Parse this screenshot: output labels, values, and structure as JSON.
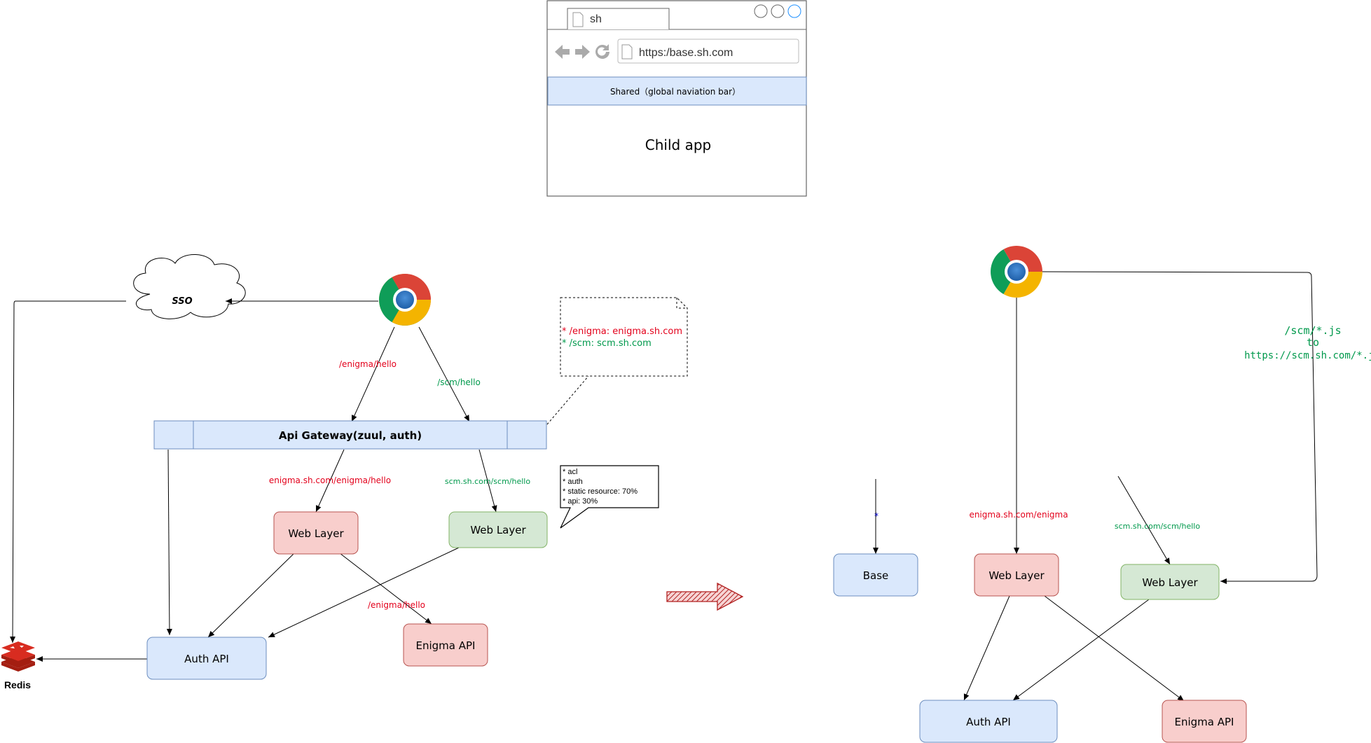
{
  "browser_mockup": {
    "tab_title": "sh",
    "address": "https:/base.sh.com",
    "nav_bar": "Shared（global naviation bar）",
    "content": "Child app"
  },
  "left_diagram": {
    "sso_label": "SSO",
    "route_enigma": "/enigma/hello",
    "route_scm": "/scm/hello",
    "gateway_label": "Api Gateway(zuul, auth)",
    "note_line1": "* /enigma:  enigma.sh.com",
    "note_line2": "* /scm: scm.sh.com",
    "edge_enigma": "enigma.sh.com/enigma/hello",
    "edge_scm": "scm.sh.com/scm/hello",
    "web_layer_red": "Web Layer",
    "web_layer_green": "Web Layer",
    "callout_line1": "* acl",
    "callout_line2": "* auth",
    "callout_line3": "* static resource: 70%",
    "callout_line4": "* api: 30%",
    "edge_enigma_api": "/enigma/hello",
    "auth_api": "Auth API",
    "enigma_api": "Enigma API",
    "redis_label": "Redis"
  },
  "right_diagram": {
    "star_label": "*",
    "base_label": "Base",
    "edge_enigma": "enigma.sh.com/enigma",
    "edge_scm": "scm.sh.com/scm/hello",
    "js_route_line1": "/scm/*.js",
    "js_route_line2": "to",
    "js_route_line3": "https://scm.sh.com/*.js",
    "web_layer_red": "Web Layer",
    "web_layer_green": "Web Layer",
    "auth_api": "Auth API",
    "enigma_api": "Enigma API"
  },
  "colors": {
    "blue_fill": "#dae8fc",
    "blue_stroke": "#6c8ebf",
    "red_fill": "#f8cecc",
    "red_stroke": "#b85450",
    "green_fill": "#d5e8d4",
    "green_stroke": "#82b366",
    "red_text": "#e3001b",
    "green_text": "#00994c"
  }
}
